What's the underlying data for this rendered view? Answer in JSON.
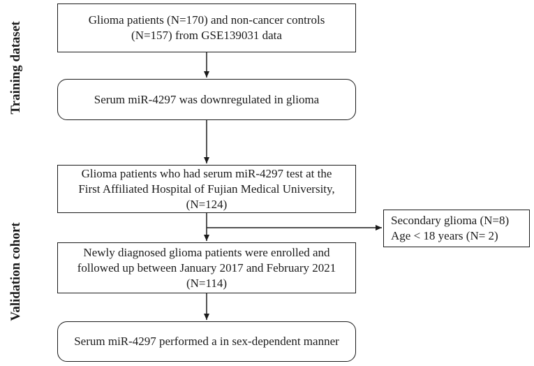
{
  "side_labels": {
    "training": "Training dataset",
    "validation": "Validation cohort"
  },
  "boxes": {
    "gse_data": [
      "Glioma patients (N=170) and non-cancer controls",
      "(N=157) from  GSE139031 data"
    ],
    "downregulated": [
      "Serum miR-4297 was downregulated in glioma"
    ],
    "hospital_test": [
      "Glioma patients who had serum miR-4297 test at the",
      "First Affiliated Hospital of Fujian Medical University,",
      "(N=124)"
    ],
    "exclusion": [
      "Secondary glioma (N=8)",
      "Age < 18 years (N= 2)"
    ],
    "enrolled": [
      "Newly diagnosed glioma patients were enrolled  and",
      "followed up between January 2017 and February 2021",
      "(N=114)"
    ],
    "result": [
      "Serum miR-4297 performed a in sex-dependent manner"
    ]
  },
  "colors": {
    "stroke": "#1a1a1a",
    "background": "#ffffff"
  }
}
